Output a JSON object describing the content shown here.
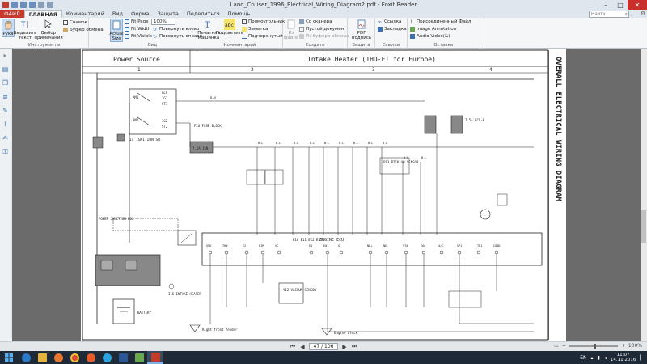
{
  "window": {
    "title": "Land_Cruiser_1996_Electrical_Wiring_Diagram2.pdf - Foxit Reader",
    "controls": {
      "minimize": "–",
      "maximize": "□",
      "close": "✕"
    }
  },
  "tabs": [
    {
      "label": "ФАЙЛ",
      "kind": "file"
    },
    {
      "label": "ГЛАВНАЯ",
      "kind": "active"
    },
    {
      "label": "Комментарий",
      "kind": ""
    },
    {
      "label": "Вид",
      "kind": ""
    },
    {
      "label": "Форма",
      "kind": ""
    },
    {
      "label": "Защита",
      "kind": ""
    },
    {
      "label": "Поделиться",
      "kind": ""
    },
    {
      "label": "Помощь",
      "kind": ""
    }
  ],
  "search": {
    "placeholder": "Найти"
  },
  "ribbon": {
    "tools": {
      "group_label": "Инструменты",
      "hand": "Рука",
      "select_text": "Выделить текст",
      "select_annot": "Выбор примечания",
      "snapshot": "Снимок",
      "clipboard": "Буфер обмена"
    },
    "view": {
      "group_label": "Вид",
      "actual_size": "Actual Size",
      "fit_page": "Fit Page",
      "fit_width": "Fit Width",
      "fit_visible": "Fit Visible",
      "zoom": "100%",
      "rotate_left": "Повернуть влево",
      "rotate_right": "Повернуть вправо"
    },
    "comment": {
      "group_label": "Комментарий",
      "typewriter": "Печатная машинка",
      "highlight": "Подсветить",
      "rectangle": "Прямоугольник",
      "note": "Заметка",
      "underline": "Подчеркнутый"
    },
    "create": {
      "group_label": "Создать",
      "from_file": "Из файла",
      "from_scanner": "Со сканера",
      "blank": "Пустой документ",
      "from_clipboard": "Из буфера обмена"
    },
    "protect": {
      "group_label": "Защита",
      "pdf_sign": "PDF подпись"
    },
    "links": {
      "group_label": "Ссылки",
      "link": "Ссылка",
      "bookmark": "Закладка"
    },
    "insert": {
      "group_label": "Вставка",
      "file_attachment": "Присоединенный Файл",
      "image_annotation": "Image Annotation",
      "audio_video": "Audio Video(&)"
    }
  },
  "document": {
    "section_left": "Power Source",
    "section_right": "Intake Heater (1HD-FT for Europe)",
    "side_title": "OVERALL ELECTRICAL WIRING DIAGRAM",
    "columns": [
      "1",
      "2",
      "3",
      "4"
    ],
    "labels": {
      "ignition_sw": "I4\nIGNITION SW",
      "fuse_block": "F26\nFUSE\nBLOCK",
      "power_junction": "POWER\nJUNCTION\nBOX",
      "battery": "BATTERY",
      "intake_heater": "I15\nINTAKE\nHEATER",
      "engine_ecu": "ENGINE ECU",
      "pickup_sensor": "P13\nPICK-UP\nSENSOR",
      "vacuum_sensor": "Y12\nVACUUM\nSENSOR",
      "fuse_7_5": "7.5A IGN",
      "fuse_7_5_b": "7.5A ECU-B",
      "right_front_fender": "Right front fender",
      "engine_block": "Engine block",
      "wire_labels": [
        "B-Y",
        "B-L",
        "B-L",
        "B-L",
        "B-L",
        "B-L",
        "B-L",
        "B-L",
        "B-L",
        "B-L",
        "B-L",
        "B-L"
      ],
      "ecu_pins": [
        "SPD",
        "THW",
        "E2",
        "PIM",
        "VC",
        "",
        "E1",
        "E01",
        "G",
        "NE+",
        "NE-",
        "STA",
        "TAC",
        "A/C",
        "SP1",
        "TE1",
        "COND"
      ],
      "terminals": [
        "ACC",
        "IG1",
        "ST1",
        "IG2",
        "ST2",
        "AM1",
        "AM2"
      ],
      "connector": "E10  E11  E12  E13"
    }
  },
  "statusbar": {
    "page": "47 / 106",
    "zoom": "100%"
  },
  "taskbar": {
    "lang": "EN",
    "time": "11:07",
    "date": "14.11.2016"
  }
}
